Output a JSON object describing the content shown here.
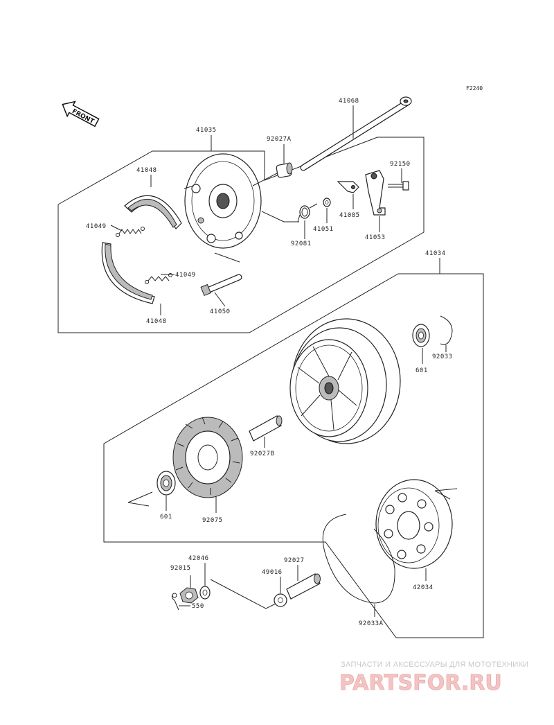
{
  "diagram_code": "F2240",
  "front_arrow_label": "FRONT",
  "watermark": {
    "tagline": "ЗАПЧАСТИ И АКСЕССУАРЫ ДЛЯ МОТОТЕХНИКИ",
    "logo": "PARTSFOR.RU"
  },
  "parts": {
    "p41068": "41068",
    "p41035": "41035",
    "p92027A": "92027A",
    "p92150": "92150",
    "p41048_top": "41048",
    "p41049_left": "41049",
    "p41085": "41085",
    "p41051": "41051",
    "p92081": "92081",
    "p41053": "41053",
    "p41049_right": "41049",
    "p41050": "41050",
    "p41048_bottom": "41048",
    "p41034": "41034",
    "p601_right": "601",
    "p92033": "92033",
    "p92027B": "92027B",
    "p601_left": "601",
    "p92075": "92075",
    "p42046": "42046",
    "p92015": "92015",
    "p92027": "92027",
    "p49016": "49016",
    "p550": "550",
    "p42034": "42034",
    "p92033A": "92033A"
  }
}
